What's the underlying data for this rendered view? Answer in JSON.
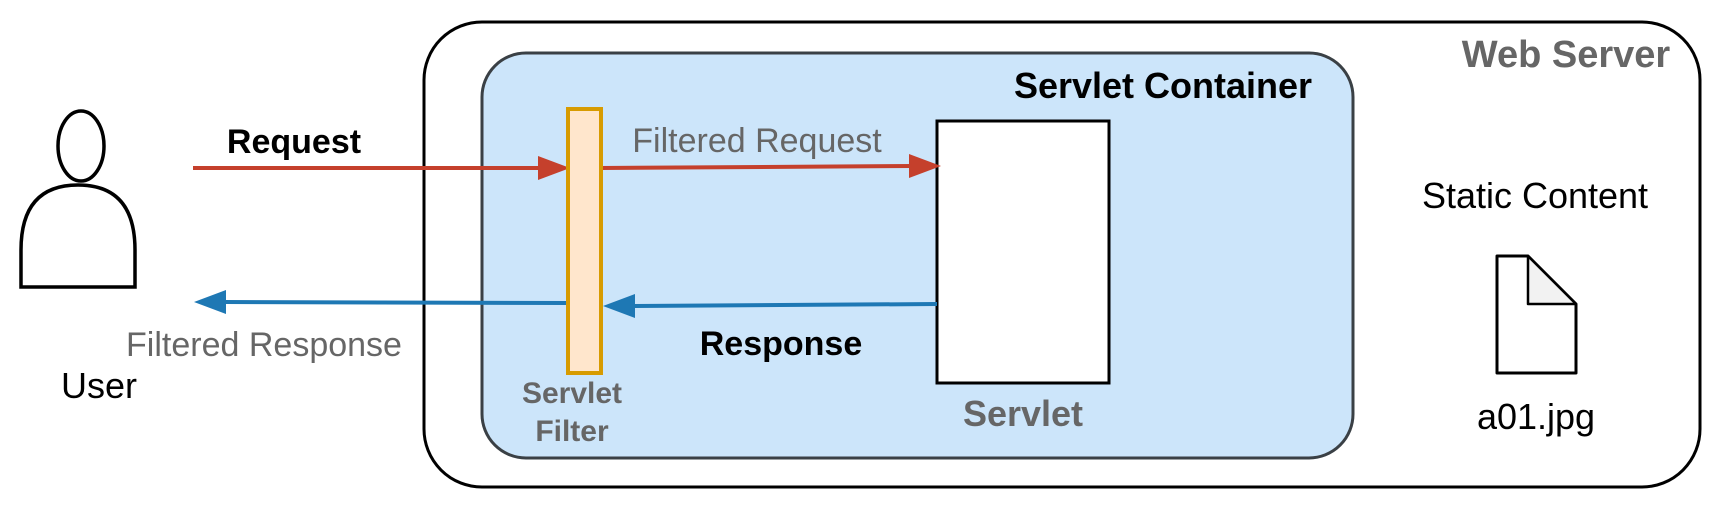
{
  "diagram": {
    "type": "servlet-filter-architecture",
    "labels": {
      "web_server": "Web Server",
      "servlet_container": "Servlet Container",
      "servlet_filter_line1": "Servlet",
      "servlet_filter_line2": "Filter",
      "servlet": "Servlet",
      "user": "User",
      "request": "Request",
      "filtered_request": "Filtered Request",
      "response": "Response",
      "filtered_response": "Filtered Response",
      "static_content": "Static Content",
      "static_file_name": "a01.jpg"
    },
    "colors": {
      "request_arrow": "#C5402C",
      "response_arrow": "#1E78B4",
      "container_fill": "#CCE5FA",
      "container_stroke": "#3A4045",
      "filter_fill": "#FFE6CC",
      "filter_stroke": "#D79B00",
      "gray_text": "#666666",
      "black_text": "#000000",
      "box_stroke": "#000000",
      "box_fill": "#FFFFFF",
      "file_fold_fill": "#F2F2F2"
    },
    "flow": [
      "User sends Request to Servlet Filter",
      "Servlet Filter sends Filtered Request to Servlet",
      "Servlet sends Response to Servlet Filter",
      "Servlet Filter sends Filtered Response to User"
    ]
  }
}
